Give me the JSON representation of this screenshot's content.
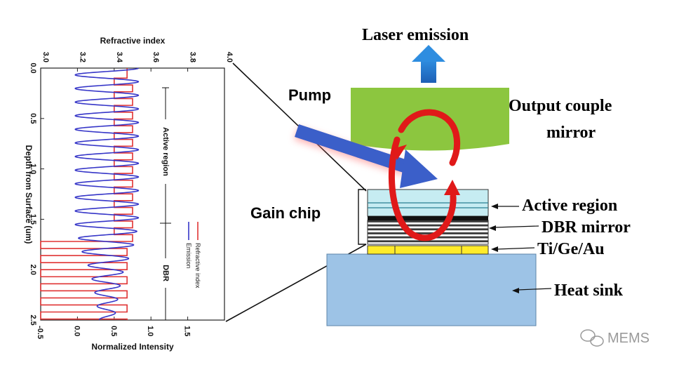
{
  "chart_data": {
    "type": "line",
    "title": "",
    "top_axis": {
      "label": "Refractive index",
      "range": [
        3.0,
        4.0
      ],
      "ticks": [
        "3.0",
        "3.2",
        "3.4",
        "3.6",
        "3.8",
        "4.0"
      ]
    },
    "bottom_axis": {
      "label": "Normalized Intensity",
      "range": [
        -0.5,
        2.0
      ],
      "ticks": [
        "-0.5",
        "0.0",
        "0.5",
        "1.0",
        "1.5"
      ]
    },
    "left_axis": {
      "label": "Depth from Surface (um)",
      "range": [
        0.0,
        2.5
      ],
      "ticks": [
        "0.0",
        "0.5",
        "1.0",
        "1.5",
        "2.0",
        "2.5"
      ]
    },
    "legend": {
      "placement": "right-middle",
      "items": [
        {
          "label": "Refractive index",
          "color": "#e03434"
        },
        {
          "label": "Emission",
          "color": "#3636c8"
        }
      ]
    },
    "annotations": {
      "active": "Active region",
      "dbr": "DBR"
    },
    "series": [
      {
        "name": "Refractive index",
        "color": "#e03434",
        "segments": [
          {
            "from_depth": 0.0,
            "to_depth": 0.1,
            "n": 3.47
          },
          {
            "from_depth": 0.1,
            "to_depth": 1.72,
            "n_low": 3.4,
            "n_high": 3.5,
            "period": 0.135
          },
          {
            "from_depth": 1.72,
            "to_depth": 2.5,
            "n_low": 3.0,
            "n_high": 3.47,
            "period": 0.14
          }
        ]
      },
      {
        "name": "Emission",
        "color": "#3636c8",
        "profile": [
          {
            "depth": 0.0,
            "amp": 0.86
          },
          {
            "depth": 1.55,
            "amp": 0.86
          },
          {
            "depth": 1.8,
            "amp": 0.7
          },
          {
            "depth": 2.0,
            "amp": 0.46
          },
          {
            "depth": 2.2,
            "amp": 0.34
          },
          {
            "depth": 2.5,
            "amp": 0.2
          }
        ],
        "center": 0.4,
        "period": 0.135
      }
    ]
  },
  "labels": {
    "laser_emission": "Laser emission",
    "pump": "Pump",
    "output_couple_line1": "Output couple",
    "output_couple_line2": "mirror",
    "gain_chip": "Gain chip",
    "active_region": "Active region",
    "dbr_mirror": "DBR mirror",
    "contact": "Ti/Ge/Au",
    "heat_sink": "Heat sink"
  },
  "watermark": {
    "text": "MEMS"
  },
  "colors": {
    "mirror": "#8cc63f",
    "heat_sink": "#9dc3e6",
    "contact": "#ffeb2a",
    "active_layer": "#c6ecf2",
    "pump_beam": "#3b5fc9",
    "intracavity_arrow": "#e01919",
    "emission_arrow": "#1670c6"
  }
}
